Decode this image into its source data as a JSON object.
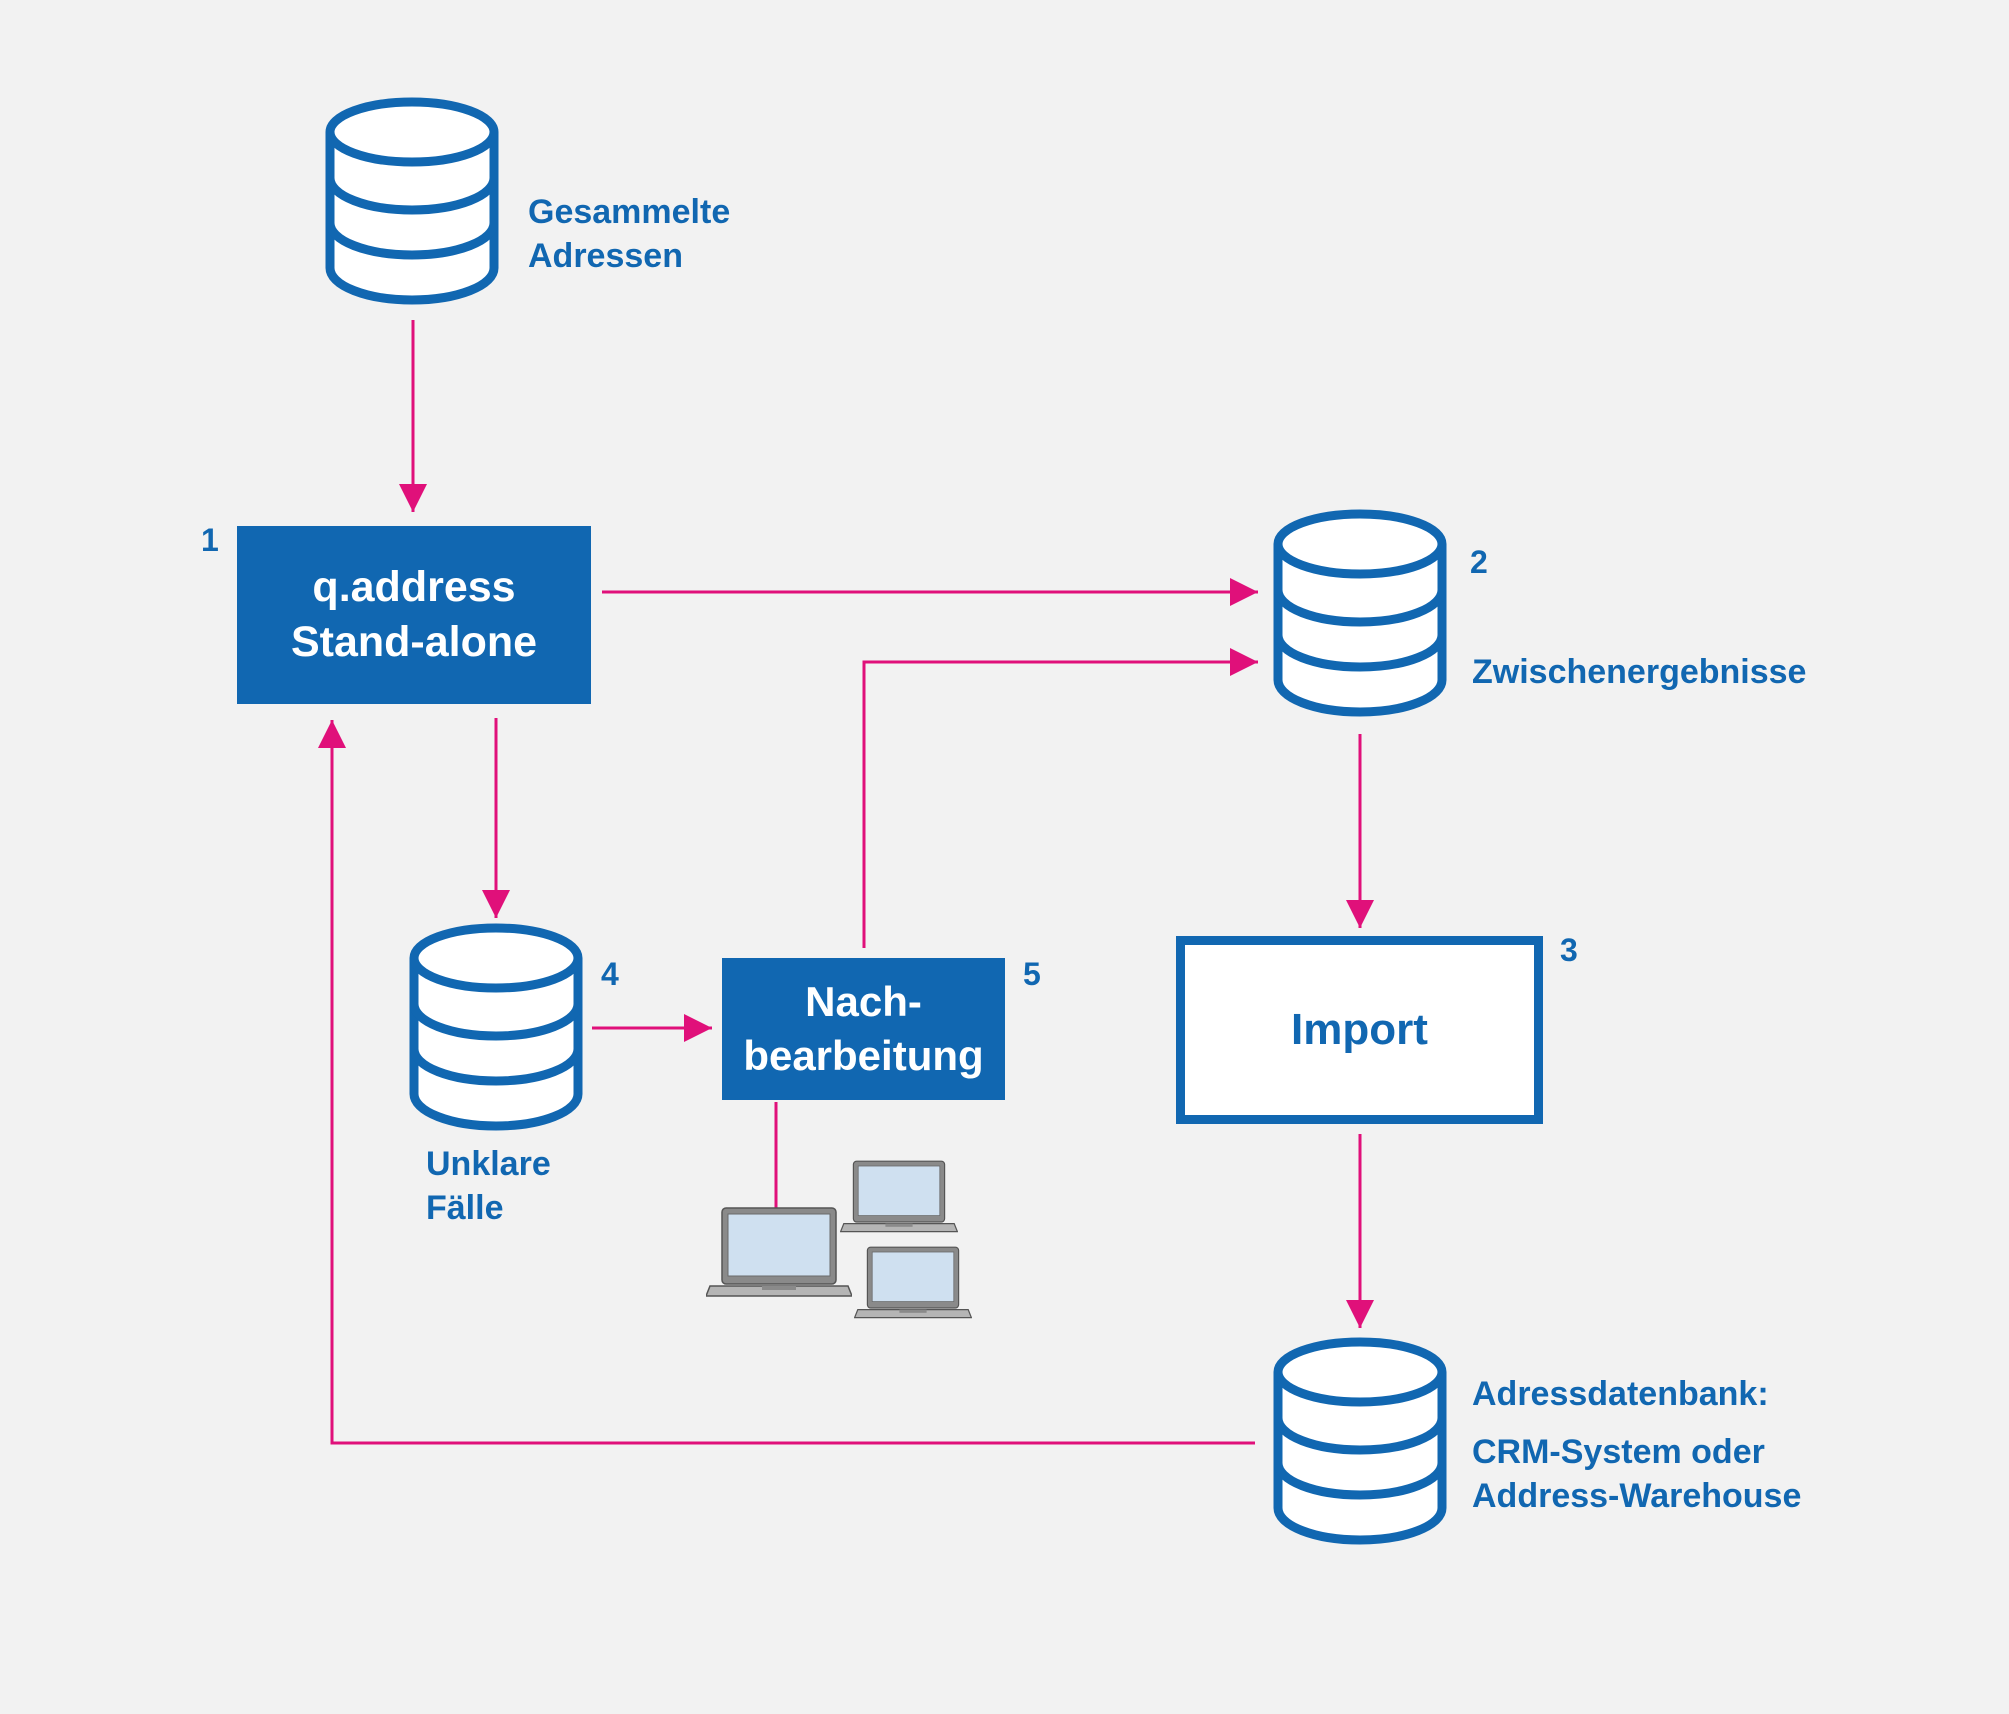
{
  "colors": {
    "background": "#f2f2f2",
    "blue": "#1167b1",
    "arrow": "#e0107a",
    "laptop_screen": "#cfe0f0",
    "laptop_body": "#9a9a9a"
  },
  "nodes": {
    "collected": {
      "line1": "Gesammelte",
      "line2": "Adressen",
      "icon": "database-icon"
    },
    "qaddress": {
      "number": "1",
      "line1": "q.address",
      "line2": "Stand-alone"
    },
    "intermediate": {
      "number": "2",
      "label": "Zwischenergebnisse",
      "icon": "database-icon"
    },
    "import": {
      "number": "3",
      "label": "Import"
    },
    "unclear": {
      "number": "4",
      "line1": "Unklare",
      "line2": "Fälle",
      "icon": "database-icon"
    },
    "postprocessing": {
      "number": "5",
      "line1": "Nach-",
      "line2": "bearbeitung"
    },
    "address_db": {
      "title": "Adressdatenbank:",
      "line1": "CRM-System oder",
      "line2": "Address-Warehouse",
      "icon": "database-icon"
    },
    "workstations": {
      "icon": "laptop-icon",
      "count": 3
    }
  },
  "connections": [
    {
      "from": "collected",
      "to": "qaddress"
    },
    {
      "from": "qaddress",
      "to": "intermediate"
    },
    {
      "from": "qaddress",
      "to": "unclear"
    },
    {
      "from": "unclear",
      "to": "postprocessing"
    },
    {
      "from": "postprocessing",
      "to": "intermediate"
    },
    {
      "from": "intermediate",
      "to": "import"
    },
    {
      "from": "import",
      "to": "address_db"
    },
    {
      "from": "address_db",
      "to": "qaddress"
    }
  ]
}
